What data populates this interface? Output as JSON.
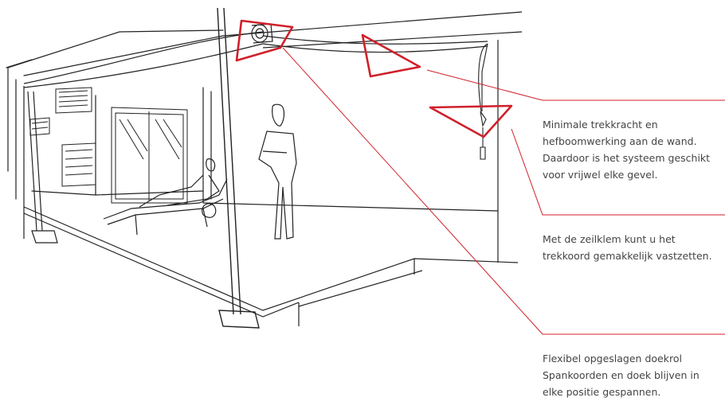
{
  "annotations": [
    {
      "lines": [
        "Minimale trekkracht en",
        "hefboomwerking aan de wand.",
        "Daardoor is het systeem geschikt",
        "voor vrijwel elke gevel."
      ]
    },
    {
      "lines": [
        "Met de zeilklem kunt u het",
        "trekkoord gemakkelijk vastzetten."
      ]
    },
    {
      "lines": [
        "Flexibel opgeslagen doekrol",
        "Spankoorden en doek blijven in",
        "elke positie gespannen."
      ]
    }
  ],
  "colors": {
    "highlight": "#d0202a",
    "sketch": "#222222",
    "text": "#444444"
  }
}
